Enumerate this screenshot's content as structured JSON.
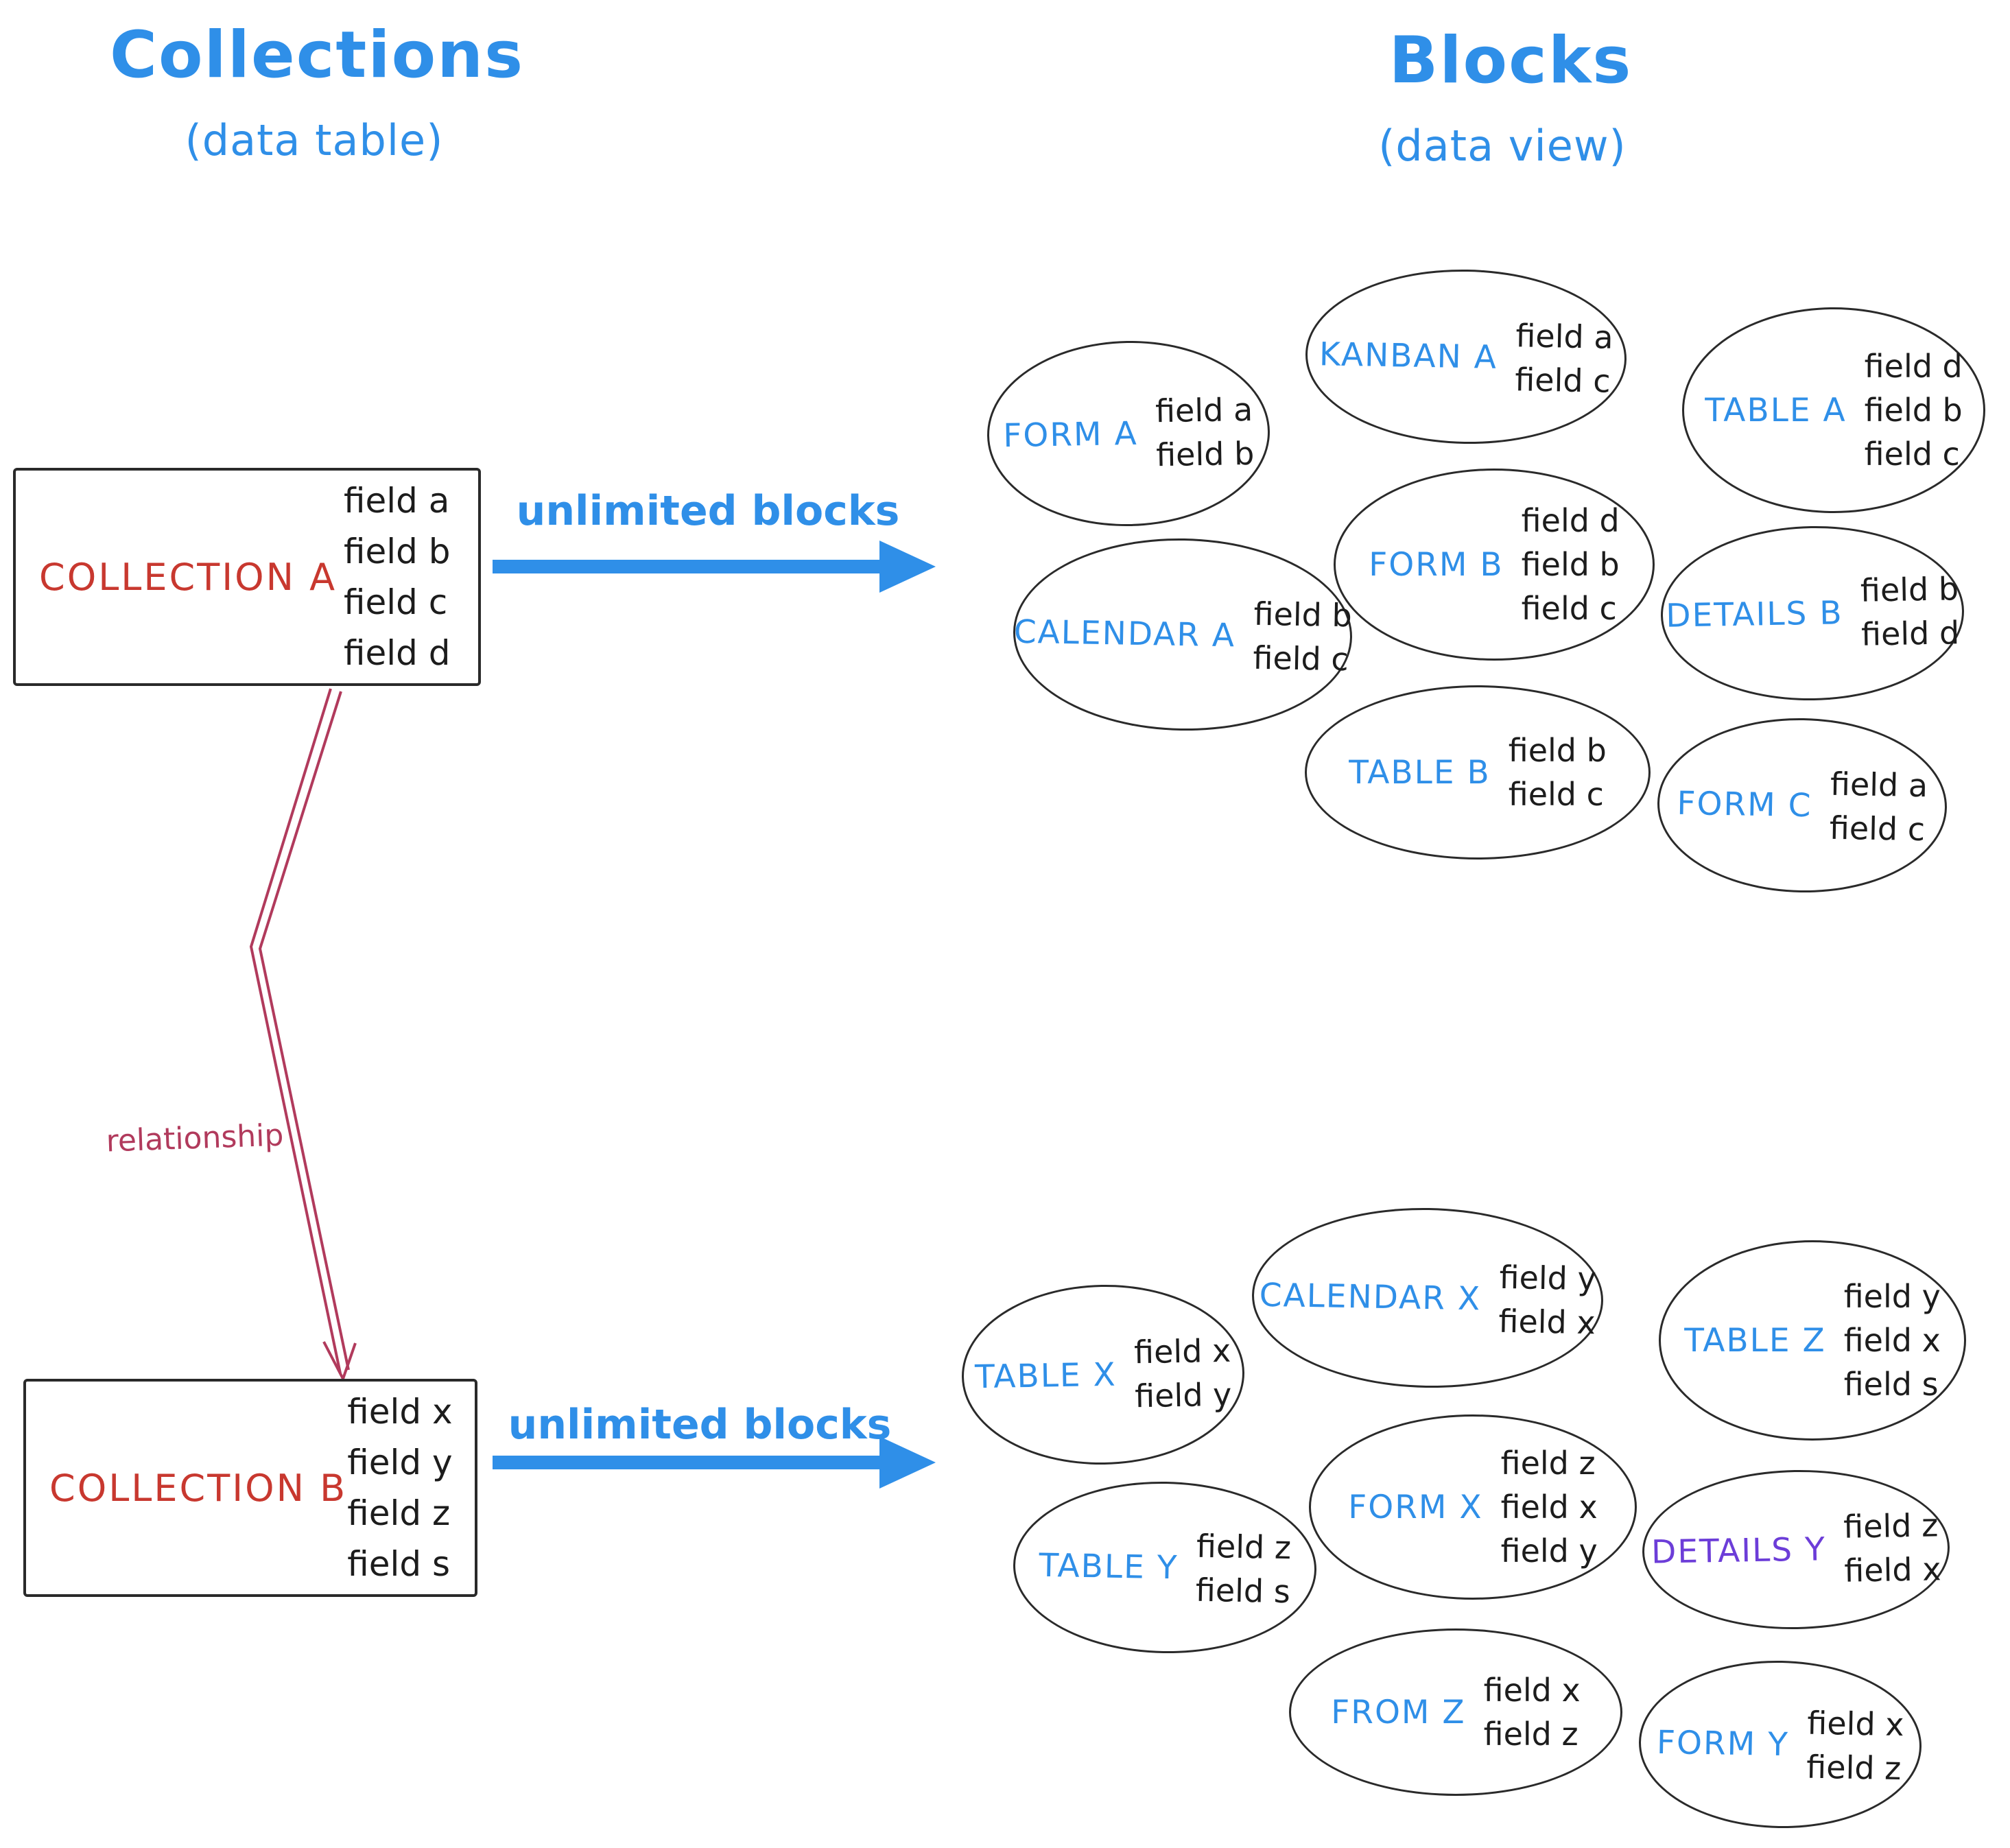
{
  "colors": {
    "blue": "#2f8fe8",
    "red": "#c8382f",
    "crimson": "#b13a5c",
    "purple": "#6c3dd8",
    "ink": "#1c1c1c"
  },
  "left_column": {
    "title": "Collections",
    "subtitle": "(data table)"
  },
  "right_column": {
    "title": "Blocks",
    "subtitle": "(data view)"
  },
  "collections": [
    {
      "name": "COLLECTION A",
      "fields": [
        "field a",
        "field b",
        "field c",
        "field d"
      ],
      "arrow_label": "unlimited blocks"
    },
    {
      "name": "COLLECTION B",
      "fields": [
        "field x",
        "field y",
        "field z",
        "field s"
      ],
      "arrow_label": "unlimited blocks"
    }
  ],
  "relationship_label": "relationship",
  "blocks_a": [
    {
      "name": "FORM A",
      "fields": [
        "field a",
        "field b"
      ]
    },
    {
      "name": "KANBAN A",
      "fields": [
        "field a",
        "field c"
      ]
    },
    {
      "name": "TABLE A",
      "fields": [
        "field d",
        "field b",
        "field c"
      ]
    },
    {
      "name": "CALENDAR A",
      "fields": [
        "field b",
        "field c"
      ]
    },
    {
      "name": "FORM B",
      "fields": [
        "field d",
        "field b",
        "field c"
      ]
    },
    {
      "name": "DETAILS B",
      "fields": [
        "field b",
        "field d"
      ]
    },
    {
      "name": "TABLE B",
      "fields": [
        "field b",
        "field c"
      ]
    },
    {
      "name": "FORM C",
      "fields": [
        "field a",
        "field c"
      ]
    }
  ],
  "blocks_b": [
    {
      "name": "TABLE X",
      "fields": [
        "field x",
        "field y"
      ]
    },
    {
      "name": "CALENDAR X",
      "fields": [
        "field y",
        "field x"
      ]
    },
    {
      "name": "TABLE Z",
      "fields": [
        "field y",
        "field x",
        "field s"
      ]
    },
    {
      "name": "TABLE Y",
      "fields": [
        "field z",
        "field s"
      ]
    },
    {
      "name": "FORM X",
      "fields": [
        "field z",
        "field x",
        "field y"
      ]
    },
    {
      "name": "DETAILS Y",
      "fields": [
        "field z",
        "field x"
      ]
    },
    {
      "name": "FROM Z",
      "fields": [
        "field x",
        "field z"
      ]
    },
    {
      "name": "FORM Y",
      "fields": [
        "field x",
        "field z"
      ]
    }
  ]
}
